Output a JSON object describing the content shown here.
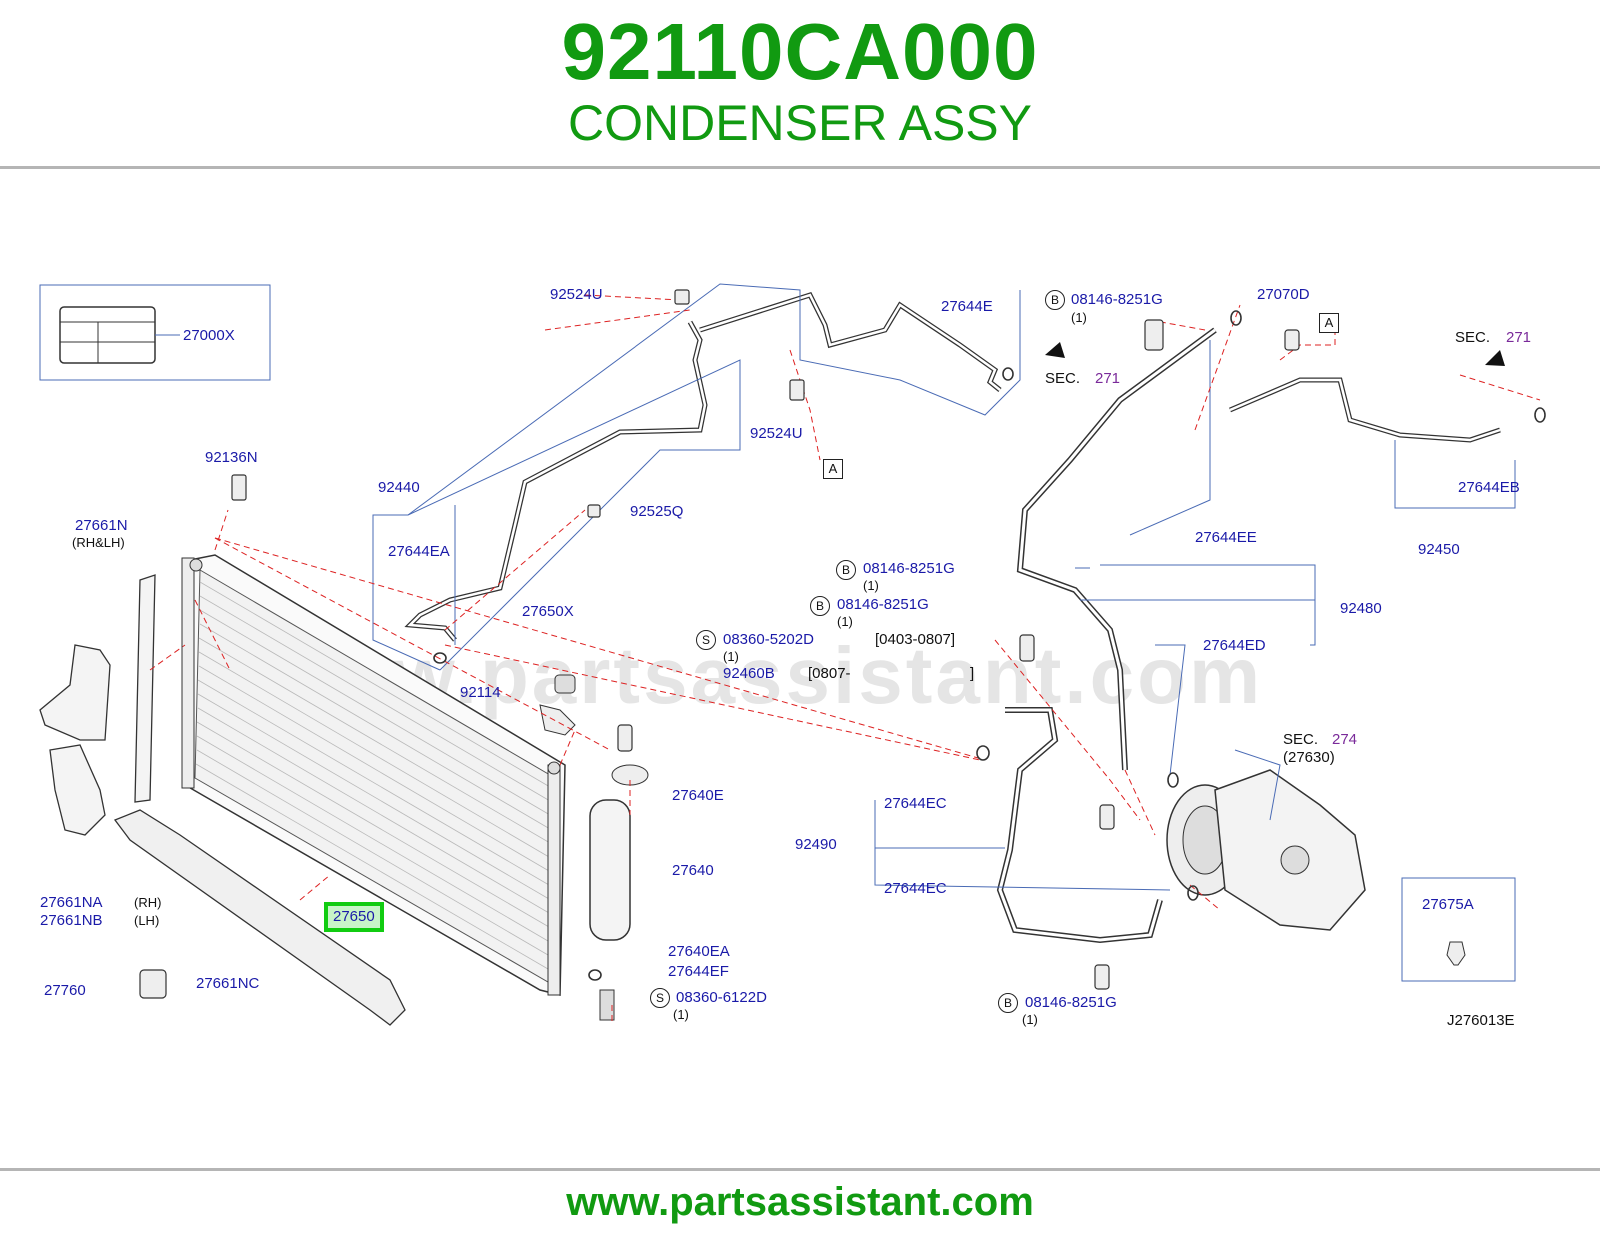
{
  "header": {
    "part_number": "92110CA000",
    "part_name": "CONDENSER ASSY"
  },
  "footer": {
    "url": "www.partsassistant.com"
  },
  "diagram": {
    "code": "J276013E",
    "watermark": "www.partsassistant.com",
    "highlight_color": "#11cc11",
    "brand_color": "#119a11",
    "callout_color": "#1a1aa8",
    "labels": {
      "l27000X": "27000X",
      "l92524U_top": "92524U",
      "l27644E": "27644E",
      "l08146_top": "08146-8251G",
      "l27070D": "27070D",
      "l92524U_mid": "92524U",
      "l92136N": "92136N",
      "l27661N": "27661N",
      "l92440": "92440",
      "l92525Q": "92525Q",
      "l27644EA": "27644EA",
      "l27650X": "27650X",
      "l92114": "92114",
      "l08360_5202D": "08360-5202D",
      "l92460B": "92460B",
      "l27640E": "27640E",
      "l27640": "27640",
      "l27640EA": "27640EA",
      "l27644EF": "27644EF",
      "l08360_6122D": "08360-6122D",
      "l27661NA": "27661NA",
      "l27661NB": "27661NB",
      "l27760": "27760",
      "l27661NC": "27661NC",
      "l27650": "27650",
      "l08146_m1": "08146-8251G",
      "l08146_m2": "08146-8251G",
      "l27644EE": "27644EE",
      "l92480": "92480",
      "l27644ED": "27644ED",
      "l27644EC_1": "27644EC",
      "l92490": "92490",
      "l27644EC_2": "27644EC",
      "l08146_bot": "08146-8251G",
      "l27644EB": "27644EB",
      "l92450": "92450",
      "l27675A": "27675A"
    },
    "notes": {
      "rh_lh": "(RH&LH)",
      "rh": "(RH)",
      "lh": "(LH)",
      "qty1": "(1)",
      "date1": "[0403-0807]",
      "date2": "[0807-",
      "date2_end": "]",
      "sec": "SEC.",
      "sec271a": "271",
      "sec271b": "271",
      "sec274": "274",
      "sec_ref": "(27630)",
      "mark_b": "B",
      "mark_s": "S",
      "mark_a": "A"
    }
  }
}
